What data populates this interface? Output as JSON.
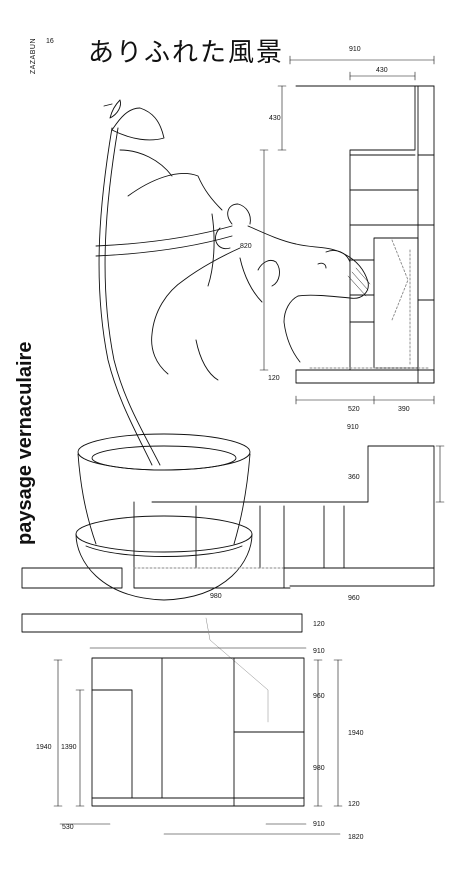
{
  "header": {
    "brand": "ZAZABUN",
    "issue_number": "16",
    "title_jp": "ありふれた風景"
  },
  "side_title": "paysage vernaculaire",
  "dimensions": {
    "top_width": "910",
    "top_sub": "430",
    "top_height": "430",
    "mid_label": "820",
    "bottom_shelf": "120",
    "bottom_left": "520",
    "bottom_right": "390",
    "bottom_total": "910",
    "step_height": "360",
    "long_left": "980",
    "long_right": "960",
    "plank": "120",
    "cab_top": "910",
    "cab_upper_right": "960",
    "cab_height_left": "1940",
    "cab_inner_left": "1390",
    "cab_height_right": "1940",
    "cab_lower_right": "980",
    "cab_base": "120",
    "cab_left_bottom": "530",
    "cab_right_bottom": "910",
    "cab_total": "1820"
  },
  "colors": {
    "ink": "#111111",
    "guide": "#888888"
  }
}
